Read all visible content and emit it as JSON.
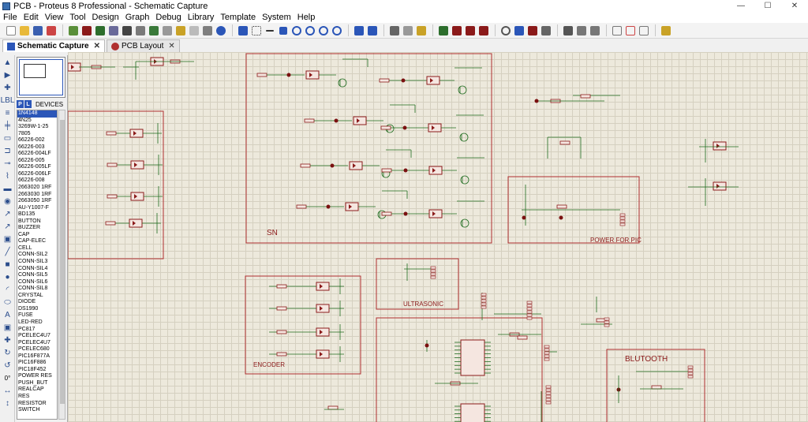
{
  "window": {
    "title": "PCB - Proteus 8 Professional - Schematic Capture",
    "minimize": "—",
    "maximize": "☐",
    "close": "✕"
  },
  "menu": [
    "File",
    "Edit",
    "View",
    "Tool",
    "Design",
    "Graph",
    "Debug",
    "Library",
    "Template",
    "System",
    "Help"
  ],
  "tabs": [
    {
      "label": "Schematic Capture",
      "close": "✕"
    },
    {
      "label": "PCB Layout",
      "close": "✕"
    }
  ],
  "devices_panel": {
    "p_button": "P",
    "l_button": "L",
    "title": "DEVICES",
    "items": [
      "1N4148",
      "4N25",
      "3269W-1-25",
      "7805",
      "66226-002",
      "66226-003",
      "66226-004LF",
      "66226-005",
      "66226-005LF",
      "66226-006LF",
      "66226-008",
      "2663020 1RF",
      "2663030 1RF",
      "2663050 1RF",
      "AU-Y1007-F",
      "BD135",
      "BUTTON",
      "BUZZER",
      "CAP",
      "CAP-ELEC",
      "CELL",
      "CONN-SIL2",
      "CONN-SIL3",
      "CONN-SIL4",
      "CONN-SIL5",
      "CONN-SIL6",
      "CONN-SIL8",
      "CRYSTAL",
      "DIODE",
      "DS1990",
      "FUSE",
      "LED-RED",
      "PC817",
      "PCELEC4U7",
      "PCELEC4U7",
      "PCELEC680",
      "PIC16F877A",
      "PIC16F886",
      "PIC18F452",
      "POWER RES",
      "PUSH_BUT",
      "REALCAP",
      "RES",
      "RESISTOR",
      "SWITCH"
    ],
    "selected": "1N4148"
  },
  "toolstrip_rotation_label": "0°",
  "canvas": {
    "labels": {
      "sn": "SN",
      "power_for_pic": "POWER FOR PIC",
      "ultrasonic": "ULTRASONIC",
      "encoder": "ENCODER",
      "bluetooth": "BLUTOOTH"
    }
  },
  "colors": {
    "wire": "#1e6b1e",
    "component": "#8b1a1a",
    "junction": "#7a1010",
    "box": "#b03030"
  }
}
